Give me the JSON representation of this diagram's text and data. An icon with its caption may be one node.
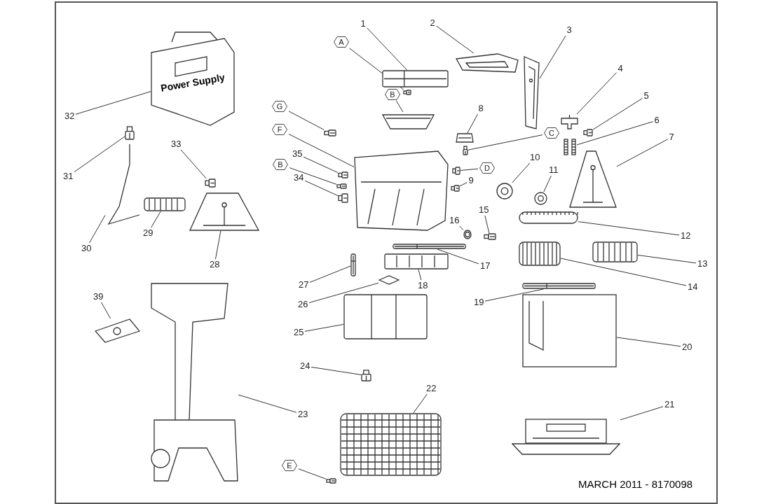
{
  "diagram": {
    "nodes": [
      {
        "text": [
          "1"
        ]
      },
      {
        "text": [
          "2"
        ]
      },
      {
        "text": [
          "3"
        ]
      },
      {
        "text": [
          "4"
        ]
      },
      {
        "text": [
          "5"
        ]
      },
      {
        "text": [
          "6"
        ]
      },
      {
        "text": [
          "7"
        ]
      },
      {
        "text": [
          "8"
        ]
      },
      {
        "text": [
          "9"
        ]
      },
      {
        "text": [
          "10"
        ]
      },
      {
        "text": [
          "11"
        ]
      },
      {
        "text": [
          "12"
        ]
      },
      {
        "text": [
          "13"
        ]
      },
      {
        "text": [
          "14"
        ]
      },
      {
        "text": [
          "15"
        ]
      },
      {
        "text": [
          "16"
        ]
      },
      {
        "text": [
          "17"
        ]
      },
      {
        "text": [
          "18"
        ]
      },
      {
        "text": [
          "19"
        ]
      },
      {
        "text": [
          "20"
        ]
      },
      {
        "text": [
          "21"
        ]
      },
      {
        "text": [
          "22"
        ]
      },
      {
        "text": [
          "23"
        ]
      },
      {
        "text": [
          "24"
        ]
      },
      {
        "text": [
          "25"
        ]
      },
      {
        "text": [
          "26"
        ]
      },
      {
        "text": [
          "27"
        ]
      },
      {
        "text": [
          "28"
        ]
      },
      {
        "text": [
          "29"
        ]
      },
      {
        "text": [
          "30"
        ]
      },
      {
        "text": [
          "31"
        ]
      },
      {
        "text": [
          "32"
        ]
      },
      {
        "text": [
          "33"
        ]
      },
      {
        "text": [
          "34"
        ]
      },
      {
        "text": [
          "35"
        ]
      },
      {
        "text": [
          "39"
        ]
      },
      {
        "text": [
          "A"
        ]
      },
      {
        "text": [
          "B"
        ]
      },
      {
        "text": [
          "C"
        ]
      },
      {
        "text": [
          "D"
        ]
      },
      {
        "text": [
          "E"
        ]
      },
      {
        "text": [
          "F"
        ]
      },
      {
        "text": [
          "G"
        ]
      },
      {
        "text": [
          "B"
        ]
      },
      {
        "text": [],
        "shape": "picture"
      },
      {
        "text": [],
        "shape": "picture"
      },
      {
        "text": [],
        "shape": "picture"
      },
      {
        "text": [],
        "shape": "picture"
      },
      {
        "text": [],
        "shape": "picture"
      },
      {
        "text": [],
        "shape": "picture"
      },
      {
        "text": [],
        "shape": "picture"
      },
      {
        "text": [],
        "shape": "picture"
      },
      {
        "text": [],
        "shape": "picture"
      },
      {
        "text": [],
        "shape": "picture"
      },
      {
        "text": [],
        "shape": "picture"
      },
      {
        "text": [],
        "shape": "picture"
      },
      {
        "text": [],
        "shape": "picture"
      },
      {
        "text": [],
        "shape": "picture"
      },
      {
        "text": [],
        "shape": "picture"
      },
      {
        "text": [],
        "shape": "picture"
      },
      {
        "text": [],
        "shape": "picture"
      },
      {
        "text": [],
        "shape": "picture"
      },
      {
        "text": [],
        "shape": "picture"
      },
      {
        "text": [],
        "shape": "picture"
      },
      {
        "text": [],
        "shape": "picture"
      },
      {
        "text": [],
        "shape": "picture"
      },
      {
        "text": [],
        "shape": "picture"
      },
      {
        "text": [],
        "shape": "picture"
      },
      {
        "text": [],
        "shape": "picture"
      },
      {
        "text": [],
        "shape": "picture"
      },
      {
        "text": [],
        "shape": "picture"
      },
      {
        "text": [],
        "shape": "picture"
      },
      {
        "text": [],
        "shape": "picture"
      },
      {
        "text": [],
        "shape": "picture"
      },
      {
        "text": [],
        "shape": "picture"
      },
      {
        "text": [
          "Power Supply"
        ]
      },
      {
        "text": [],
        "shape": "picture"
      },
      {
        "text": [],
        "shape": "picture"
      },
      {
        "text": [],
        "shape": "picture"
      },
      {
        "text": [],
        "shape": "picture"
      },
      {
        "text": [],
        "shape": "picture"
      },
      {
        "text": [],
        "shape": "picture"
      },
      {
        "text": [],
        "shape": "picture"
      },
      {
        "text": [],
        "shape": "picture"
      },
      {
        "text": [],
        "shape": "picture"
      },
      {
        "text": [],
        "shape": "picture"
      },
      {
        "text": [],
        "shape": "picture"
      },
      {
        "text": [],
        "shape": "picture"
      }
    ],
    "edges": [
      {
        "from": 0,
        "to": 44,
        "arrow": "none"
      },
      {
        "from": 1,
        "to": 45,
        "arrow": "none"
      },
      {
        "from": 2,
        "to": 46,
        "arrow": "none"
      },
      {
        "from": 3,
        "to": 47,
        "arrow": "none"
      },
      {
        "from": 4,
        "to": 48,
        "arrow": "none"
      },
      {
        "from": 5,
        "to": 49,
        "arrow": "none"
      },
      {
        "from": 6,
        "to": 50,
        "arrow": "none"
      },
      {
        "from": 7,
        "to": 51,
        "arrow": "none"
      },
      {
        "from": 8,
        "to": 52,
        "arrow": "none"
      },
      {
        "from": 9,
        "to": 53,
        "arrow": "none"
      },
      {
        "from": 10,
        "to": 54,
        "arrow": "none"
      },
      {
        "from": 11,
        "to": 55,
        "arrow": "none"
      },
      {
        "from": 12,
        "to": 56,
        "arrow": "none"
      },
      {
        "from": 13,
        "to": 57,
        "arrow": "none"
      },
      {
        "from": 14,
        "to": 58,
        "arrow": "none"
      },
      {
        "from": 15,
        "to": 59,
        "arrow": "none"
      },
      {
        "from": 16,
        "to": 60,
        "arrow": "none"
      },
      {
        "from": 17,
        "to": 61,
        "arrow": "none"
      },
      {
        "from": 18,
        "to": 62,
        "arrow": "none"
      },
      {
        "from": 19,
        "to": 63,
        "arrow": "none"
      },
      {
        "from": 20,
        "to": 64,
        "arrow": "none"
      },
      {
        "from": 21,
        "to": 65,
        "arrow": "none"
      },
      {
        "from": 22,
        "to": 66,
        "arrow": "none"
      },
      {
        "from": 23,
        "to": 67,
        "arrow": "none"
      },
      {
        "from": 24,
        "to": 68,
        "arrow": "none"
      },
      {
        "from": 25,
        "to": 69,
        "arrow": "none"
      },
      {
        "from": 26,
        "to": 70,
        "arrow": "none"
      },
      {
        "from": 27,
        "to": 71,
        "arrow": "none"
      },
      {
        "from": 28,
        "to": 72,
        "arrow": "none"
      },
      {
        "from": 29,
        "to": 73,
        "arrow": "none"
      },
      {
        "from": 30,
        "to": 74,
        "arrow": "none"
      },
      {
        "from": 31,
        "to": 75,
        "arrow": "none"
      },
      {
        "from": 32,
        "to": 76,
        "arrow": "none"
      },
      {
        "from": 33,
        "to": 77,
        "arrow": "none"
      },
      {
        "from": 34,
        "to": 78,
        "arrow": "none"
      },
      {
        "from": 35,
        "to": 79,
        "arrow": "none"
      },
      {
        "from": 36,
        "to": 80,
        "arrow": "none"
      },
      {
        "from": 37,
        "to": 81,
        "arrow": "none"
      },
      {
        "from": 38,
        "to": 82,
        "arrow": "none"
      },
      {
        "from": 39,
        "to": 83,
        "arrow": "none"
      },
      {
        "from": 40,
        "to": 84,
        "arrow": "none"
      },
      {
        "from": 41,
        "to": 85,
        "arrow": "none"
      },
      {
        "from": 42,
        "to": 86,
        "arrow": "none"
      },
      {
        "from": 43,
        "to": 87,
        "arrow": "none"
      }
    ],
    "labels": [
      "MARCH 2011 -  8170098"
    ]
  }
}
